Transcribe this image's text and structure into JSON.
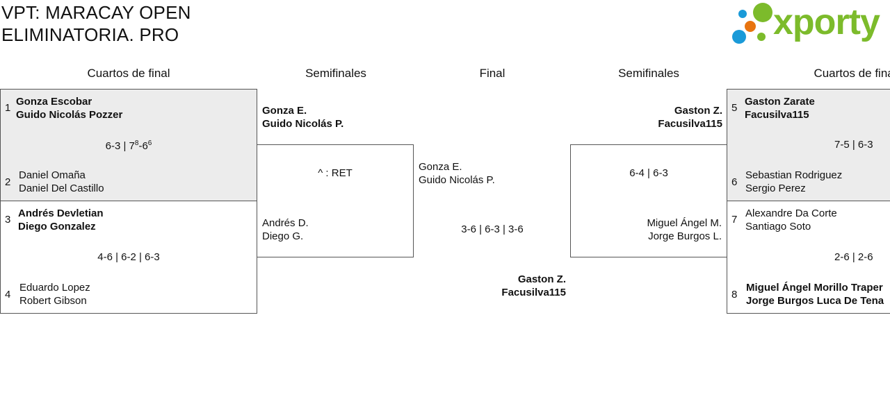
{
  "title": {
    "line1": "VPT: MARACAY OPEN",
    "line2": "ELIMINATORIA. PRO"
  },
  "logo": {
    "text": "xporty",
    "colors": [
      "#1a9ad8",
      "#7cbb2b",
      "#e8740f"
    ]
  },
  "rounds": {
    "left_qf": "Cuartos de final",
    "left_sf": "Semifinales",
    "final": "Final",
    "right_sf": "Semifinales",
    "right_qf": "Cuartos de final"
  },
  "left_qf": {
    "m1": {
      "seed_a": "1",
      "team_a": [
        "Gonza Escobar",
        "Guido Nicolás Pozzer"
      ],
      "score": {
        "s1": "6-3 | 7",
        "sup1": "8",
        "s2": "-6",
        "sup2": "6"
      },
      "seed_b": "2",
      "team_b": [
        "Daniel Omaña",
        "Daniel Del Castillo"
      ]
    },
    "m2": {
      "seed_a": "3",
      "team_a": [
        "Andrés Devletian",
        "Diego Gonzalez"
      ],
      "score": "4-6 | 6-2 | 6-3",
      "seed_b": "4",
      "team_b": [
        "Eduardo Lopez",
        "Robert Gibson"
      ]
    }
  },
  "left_sf": {
    "team_a": [
      "Gonza E.",
      "Guido Nicolás P."
    ],
    "score": "^ : RET",
    "team_b": [
      "Andrés D.",
      "Diego G."
    ]
  },
  "final": {
    "team_a": [
      "Gonza E.",
      "Guido Nicolás P."
    ],
    "score": "3-6 | 6-3 | 3-6",
    "team_b": [
      "Gaston Z.",
      "Facusilva115"
    ]
  },
  "right_sf": {
    "team_a": [
      "Gaston Z.",
      "Facusilva115"
    ],
    "score": "6-4 | 6-3",
    "team_b": [
      "Miguel Ángel M.",
      "Jorge Burgos L."
    ]
  },
  "right_qf": {
    "m1": {
      "seed_a": "5",
      "team_a": [
        "Gaston Zarate",
        "Facusilva115"
      ],
      "score": "7-5 | 6-3",
      "seed_b": "6",
      "team_b": [
        "Sebastian Rodriguez",
        "Sergio Perez"
      ]
    },
    "m2": {
      "seed_a": "7",
      "team_a": [
        "Alexandre Da Corte",
        "Santiago Soto"
      ],
      "score": "2-6 | 2-6",
      "seed_b": "8",
      "team_b": [
        "Miguel Ángel Morillo Traper",
        "Jorge Burgos Luca De Tena"
      ]
    }
  }
}
